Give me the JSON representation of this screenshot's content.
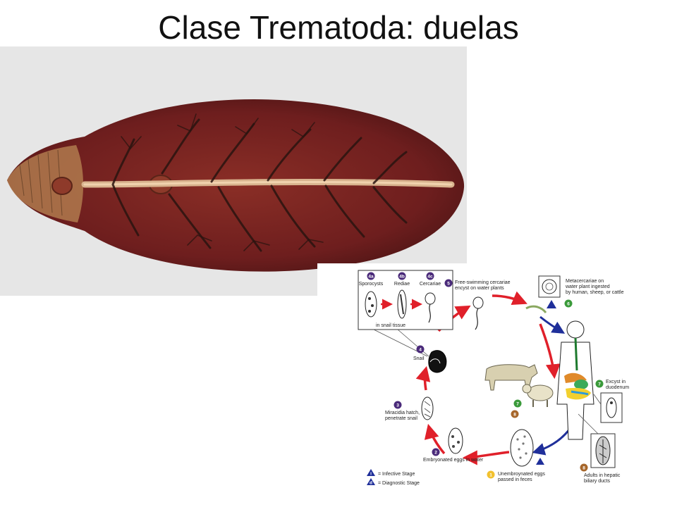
{
  "slide": {
    "title": "Clase Trematoda: duelas"
  },
  "photo": {
    "background": "#e6e6e6",
    "body_color": "#6e1e1e",
    "tegument_color": "#8a4a32",
    "gut_color": "#d9b48f"
  },
  "diagram": {
    "arrow_red": "#e0202a",
    "arrow_blue": "#1f2f9a",
    "badge_purple": "#4a2a7a",
    "badge_green": "#3a9a3a",
    "badge_brown": "#a6662a",
    "badge_yellow": "#f2c12e",
    "inset": {
      "sporocysts": {
        "num": "4a",
        "label": "Sporocysts"
      },
      "rediae": {
        "num": "4b",
        "label": "Rediae"
      },
      "cercariae": {
        "num": "4c",
        "label": "Cercariae"
      },
      "caption": "in snail tissue"
    },
    "stages": {
      "s1": {
        "num": "1",
        "label": [
          "Unembroynated eggs",
          "passed in feces"
        ]
      },
      "s2": {
        "num": "2",
        "label": [
          "Embryonated eggs in water"
        ]
      },
      "s3": {
        "num": "3",
        "label": [
          "Miracidia hatch,",
          "penetrate snail"
        ]
      },
      "s4": {
        "num": "4",
        "label": [
          "Snail"
        ]
      },
      "s5": {
        "num": "5",
        "label": [
          "Free-swimming cercariae",
          "encyst on water plants"
        ]
      },
      "s6": {
        "num": "6",
        "label": [
          "Metacercariae on",
          "water plant ingested",
          "by human, sheep, or cattle"
        ]
      },
      "s7": {
        "num": "7",
        "label": [
          "Excyst in",
          "duodenum"
        ]
      },
      "s8": {
        "num": "8",
        "label": [
          "Adults in hepatic",
          "biliary ducts"
        ]
      }
    },
    "hosts": {
      "badge7": "7",
      "badge8": "8"
    },
    "legend": {
      "infective": {
        "mark": "i",
        "label": "= Infective Stage"
      },
      "diagnostic": {
        "mark": "d",
        "label": "= Diagnostic Stage"
      }
    }
  }
}
